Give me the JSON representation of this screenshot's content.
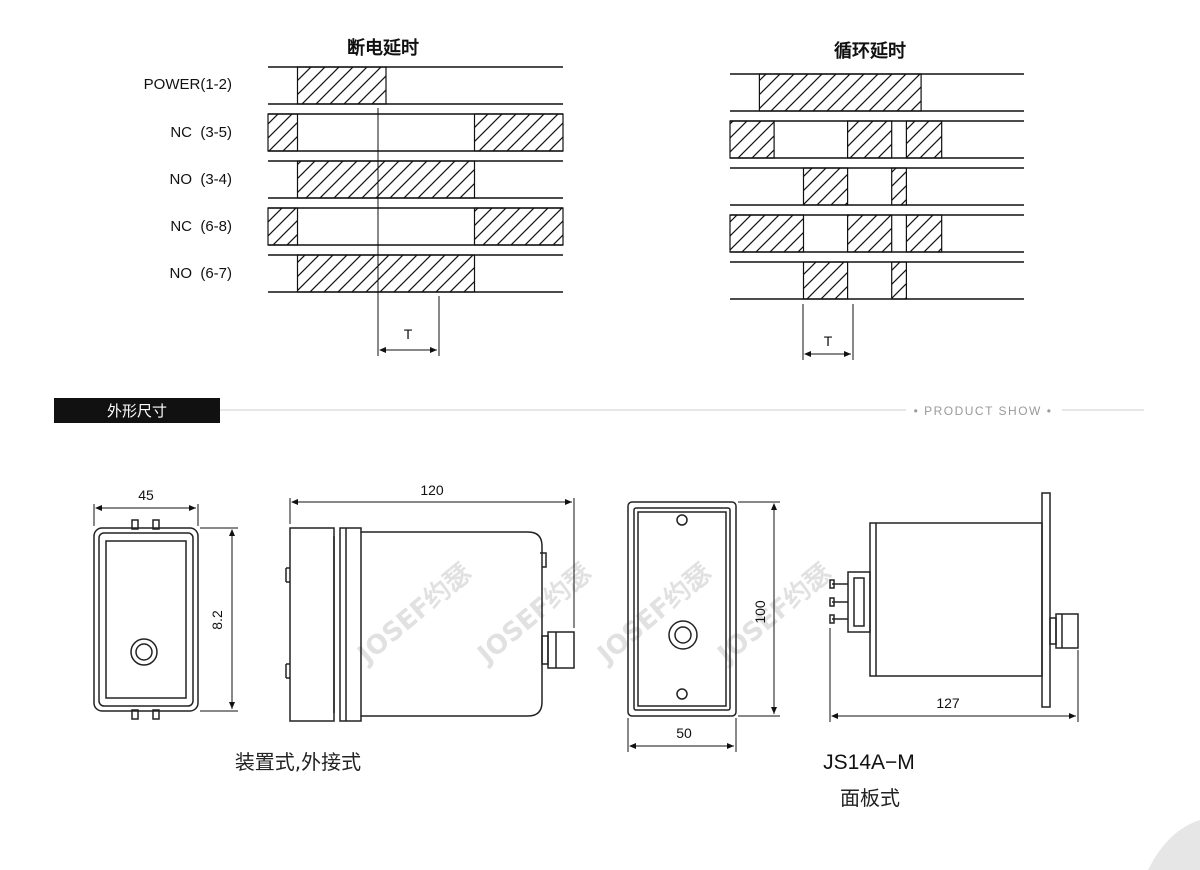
{
  "timing": {
    "left": {
      "title": "断电延时",
      "rows": [
        {
          "label": "POWER(1-2)",
          "segments": [
            [
              1,
              0.1,
              0.4
            ]
          ]
        },
        {
          "label": "NC  (3-5)",
          "segments": [
            [
              1,
              -0.1,
              0.1
            ],
            [
              1,
              0.7,
              1.0
            ]
          ]
        },
        {
          "label": "NO  (3-4)",
          "segments": [
            [
              1,
              0.1,
              0.7
            ]
          ]
        },
        {
          "label": "NC  (6-8)",
          "segments": [
            [
              1,
              -0.1,
              0.1
            ],
            [
              1,
              0.7,
              1.0
            ]
          ]
        },
        {
          "label": "NO  (6-7)",
          "segments": [
            [
              1,
              0.1,
              0.7
            ]
          ]
        }
      ],
      "t_label": "T"
    },
    "right": {
      "title": "循环延时",
      "rows": [
        {
          "segments": [
            [
              1,
              0.1,
              0.65
            ]
          ]
        },
        {
          "segments": [
            [
              1,
              -0.1,
              0.15
            ],
            [
              1,
              0.4,
              0.55
            ],
            [
              1,
              0.6,
              0.72
            ]
          ]
        },
        {
          "segments": [
            [
              1,
              0.25,
              0.4
            ],
            [
              1,
              0.55,
              0.6
            ]
          ]
        },
        {
          "segments": [
            [
              1,
              -0.1,
              0.25
            ],
            [
              1,
              0.4,
              0.55
            ],
            [
              1,
              0.6,
              0.72
            ]
          ]
        },
        {
          "segments": [
            [
              1,
              0.25,
              0.4
            ],
            [
              1,
              0.55,
              0.6
            ]
          ]
        }
      ],
      "t_label": "T"
    }
  },
  "section": {
    "title": "外形尺寸",
    "subtitle": "• PRODUCT SHOW •"
  },
  "dimensions": {
    "front_width": "45",
    "front_height": "8.2",
    "side_length": "120",
    "panel_height": "100",
    "panel_width": "50",
    "panel_side_length": "127"
  },
  "captions": {
    "mount": "装置式,外接式",
    "model": "JS14A−M",
    "panel": "面板式"
  },
  "watermark": "JOSEF约瑟"
}
